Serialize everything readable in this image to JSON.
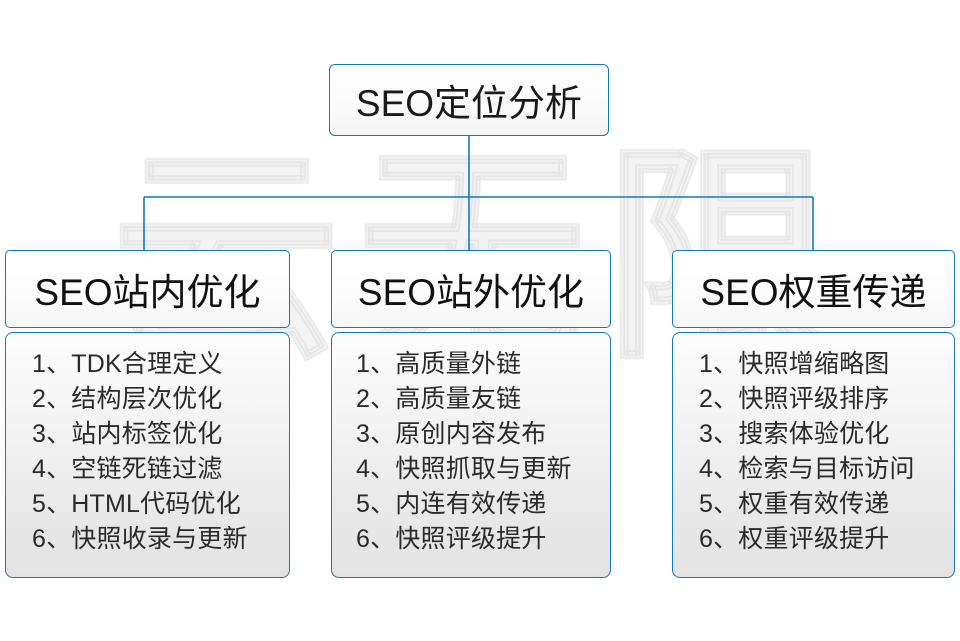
{
  "diagram": {
    "watermark_text": "云无限",
    "accent_color": "#1377c4",
    "text_color": "#1a1a1a",
    "root": {
      "label": "SEO定位分析"
    },
    "columns": [
      {
        "header": "SEO站内优化",
        "items": [
          "1、TDK合理定义",
          "2、结构层次优化",
          "3、站内标签优化",
          "4、空链死链过滤",
          "5、HTML代码优化",
          "6、快照收录与更新"
        ]
      },
      {
        "header": "SEO站外优化",
        "items": [
          "1、高质量外链",
          "2、高质量友链",
          "3、原创内容发布",
          "4、快照抓取与更新",
          "5、内连有效传递",
          "6、快照评级提升"
        ]
      },
      {
        "header": "SEO权重传递",
        "items": [
          "1、快照增缩略图",
          "2、快照评级排序",
          "3、搜索体验优化",
          "4、检索与目标访问",
          "5、权重有效传递",
          "6、权重评级提升"
        ]
      }
    ]
  }
}
